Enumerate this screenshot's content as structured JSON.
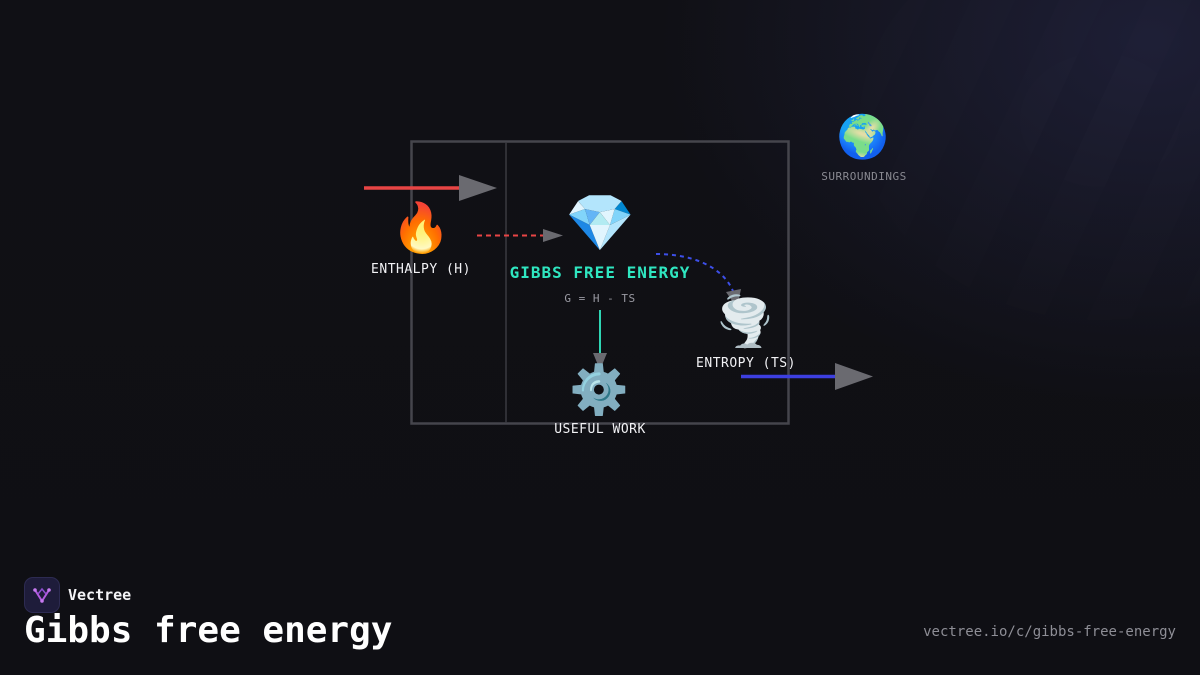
{
  "brand": {
    "name": "Vectree",
    "logo_color": "#b35be0"
  },
  "page": {
    "title": "Gibbs free energy",
    "url": "vectree.io/c/gibbs-free-energy"
  },
  "diagram": {
    "nodes": {
      "enthalpy": {
        "icon": "🔥",
        "icon_name": "fire-icon",
        "label": "ENTHALPY (H)"
      },
      "gibbs": {
        "icon": "💎",
        "icon_name": "gem-icon",
        "label": "GIBBS FREE ENERGY",
        "formula": "G = H - TS"
      },
      "entropy": {
        "icon": "🌪️",
        "icon_name": "tornado-icon",
        "label": "ENTROPY (TS)"
      },
      "work": {
        "icon": "⚙️",
        "icon_name": "gear-icon",
        "label": "USEFUL WORK"
      },
      "surroundings": {
        "icon": "🌍",
        "icon_name": "globe-icon",
        "label": "SURROUNDINGS"
      }
    },
    "colors": {
      "input_arrow": "#e84545",
      "output_arrow": "#3d3fe0",
      "work_arrow": "#2fd6b4",
      "entropy_arrow": "#3d4fe8",
      "system_border": "#45454c",
      "arrowhead": "#6a6a70",
      "title_accent": "#2fe6c0"
    }
  }
}
